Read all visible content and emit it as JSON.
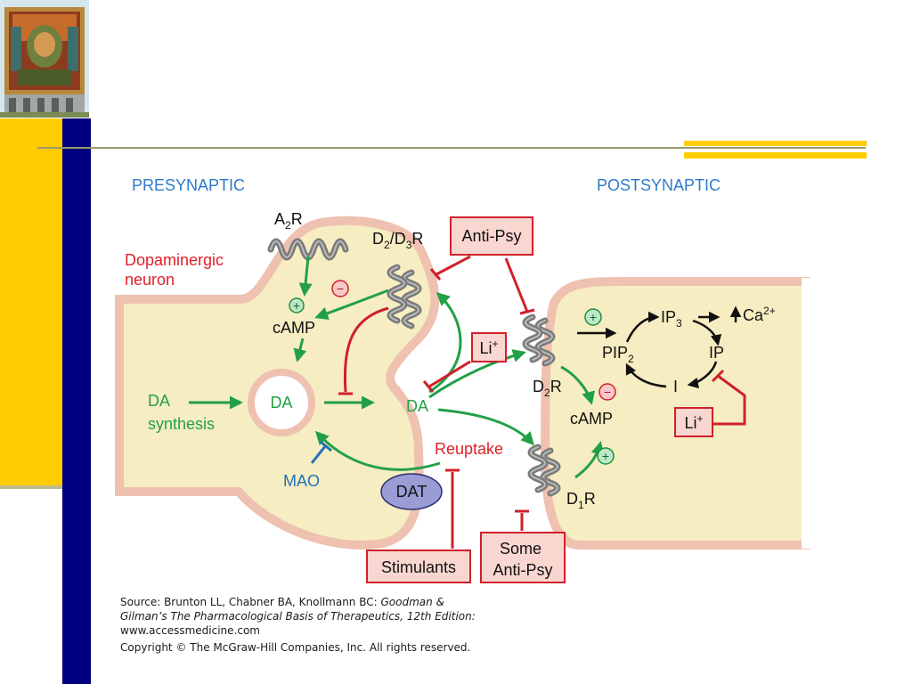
{
  "slide": {
    "colors": {
      "yellow": "#FFCC00",
      "navy": "#000080",
      "olive": "#999966",
      "mural_bg": "#D6E6EF"
    }
  },
  "logo": {
    "icon": "mural-building-photo"
  },
  "diagram": {
    "presynaptic_label": "PRESYNAPTIC",
    "postsynaptic_label": "POSTSYNAPTIC",
    "neuron_label_line1": "Dopaminergic",
    "neuron_label_line2": "neuron",
    "a2r": {
      "base": "A",
      "sub": "2",
      "tail": "R"
    },
    "d2d3r": {
      "p1": "D",
      "s1": "2",
      "p2": "/D",
      "s2": "3",
      "tail": "R"
    },
    "pre_plus": "+",
    "pre_minus": "−",
    "pre_camp": "cAMP",
    "da_synthesis_line1": "DA",
    "da_synthesis_line2": "synthesis",
    "vesicle_da": "DA",
    "cleft_da": "DA",
    "mao": "MAO",
    "dat": "DAT",
    "reuptake": "Reuptake",
    "anti_psy": "Anti-Psy",
    "li_cleft": {
      "base": "Li",
      "sup": "+"
    },
    "stimulants": "Stimulants",
    "some_anti_psy_line1": "Some",
    "some_anti_psy_line2": "Anti-Psy",
    "d2r": {
      "base": "D",
      "sub": "2",
      "tail": "R"
    },
    "d1r": {
      "base": "D",
      "sub": "1",
      "tail": "R"
    },
    "post_plus_top": "+",
    "post_minus": "−",
    "post_camp": "cAMP",
    "post_plus_bottom": "+",
    "ip3": {
      "base": "IP",
      "sub": "3"
    },
    "ca": {
      "base": "Ca",
      "sup": "2+"
    },
    "pip2": {
      "base": "PIP",
      "sub": "2"
    },
    "ip": "IP",
    "i": "I",
    "li_post": {
      "base": "Li",
      "sup": "+"
    }
  },
  "source": {
    "line1_prefix": "Source: Brunton LL, Chabner BA, Knollmann BC: ",
    "line1_italic": "Goodman &",
    "line2_italic": "Gilman’s The Pharmacological Basis of Therapeutics, 12th Edition:",
    "line3": "www.accessmedicine.com",
    "line4": "Copyright © The McGraw-Hill Companies, Inc. All rights reserved."
  }
}
